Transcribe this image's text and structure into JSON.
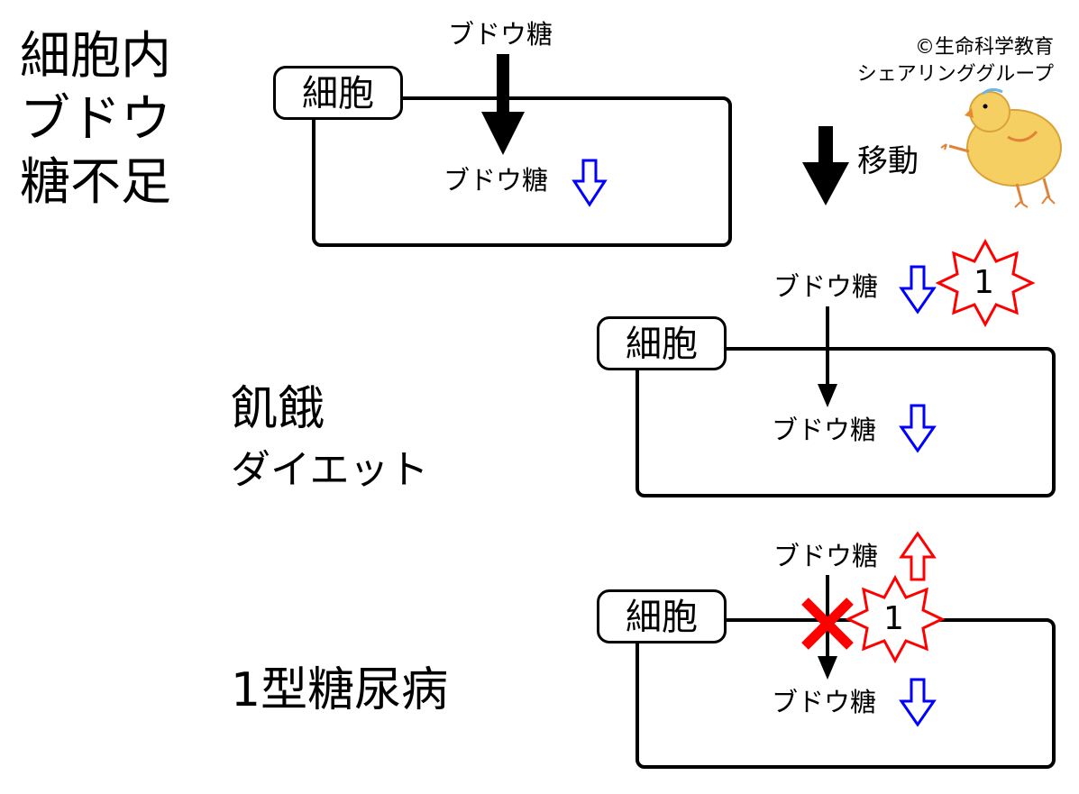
{
  "left_title": "細胞内\nブドウ\n糖不足",
  "copyright": "©生命科学教育\nシェアリンググループ",
  "move_label": "移動",
  "cell_label": "細胞",
  "glucose": "ブドウ糖",
  "badge_number": "1",
  "hunger_label": "飢餓",
  "diet_label": "ダイエット",
  "type1_label": "1型糖尿病",
  "icons": {
    "down_arrow": "blue-hollow-down-arrow-icon",
    "up_arrow": "red-hollow-up-arrow-icon",
    "starburst": "red-starburst-icon",
    "blocked": "red-x-icon",
    "mascot": "chick-mascot"
  },
  "colors": {
    "blue": "#0000ff",
    "red": "#ff0000",
    "black": "#000000",
    "chick": "#f3c24a"
  }
}
